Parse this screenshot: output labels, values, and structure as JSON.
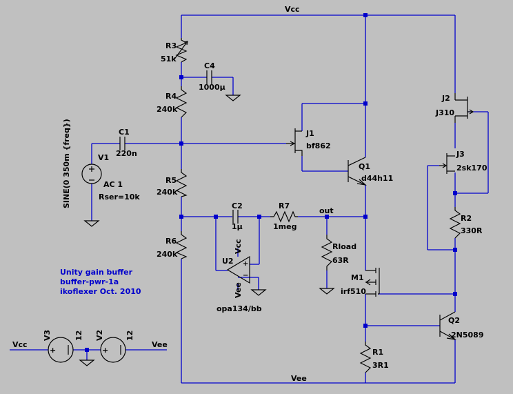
{
  "schematic": {
    "nets": {
      "vcc_top": "Vcc",
      "vee_bottom": "Vee",
      "out": "out",
      "vcc_left": "Vcc",
      "vee_right": "Vee",
      "opamp_vcc": "Vcc",
      "opamp_vee": "Vee"
    },
    "components": {
      "R3": {
        "name": "R3",
        "value": "51k"
      },
      "C4": {
        "name": "C4",
        "value": "1000µ"
      },
      "R4": {
        "name": "R4",
        "value": "240k"
      },
      "C1": {
        "name": "C1",
        "value": "220n"
      },
      "V1": {
        "name": "V1",
        "ac": "AC 1",
        "rser": "Rser=10k",
        "source": "SINE(0 350m {freq})"
      },
      "R5": {
        "name": "R5",
        "value": "240k"
      },
      "R6": {
        "name": "R6",
        "value": "240k"
      },
      "C2": {
        "name": "C2",
        "value": "1µ"
      },
      "R7": {
        "name": "R7",
        "value": "1meg"
      },
      "Rload": {
        "name": "Rload",
        "value": "63R"
      },
      "U2": {
        "name": "U2",
        "model": "opa134/bb"
      },
      "J1": {
        "name": "J1",
        "model": "bf862"
      },
      "Q1": {
        "name": "Q1",
        "model": "d44h11"
      },
      "J2": {
        "name": "J2",
        "model": "J310"
      },
      "J3": {
        "name": "J3",
        "model": "2sk170"
      },
      "R2": {
        "name": "R2",
        "value": "330R"
      },
      "M1": {
        "name": "M1",
        "model": "irf510"
      },
      "Q2": {
        "name": "Q2",
        "model": "2N5089"
      },
      "R1": {
        "name": "R1",
        "value": "3R1"
      },
      "V3": {
        "name": "V3",
        "value": "12"
      },
      "V2": {
        "name": "V2",
        "value": "12"
      }
    },
    "comment": [
      "Unity gain buffer",
      "buffer-pwr-1a",
      "ikoflexer Oct. 2010"
    ]
  },
  "colors": {
    "background": "#c0c0c0",
    "wire": "#0000cc",
    "symbol": "#000000",
    "comment": "#0000cc"
  }
}
